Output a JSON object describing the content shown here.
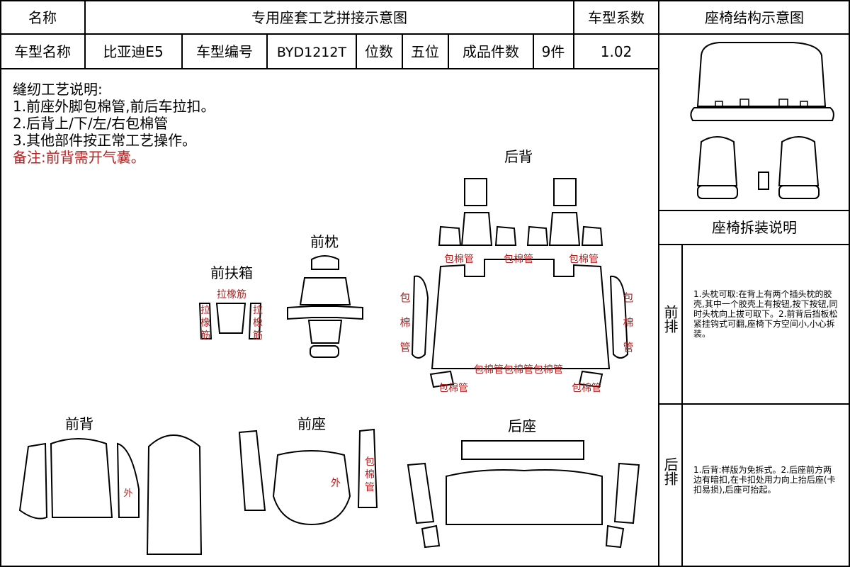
{
  "header": {
    "name_label": "名称",
    "title": "专用座套工艺拼接示意图",
    "coef_label": "车型系数",
    "structure_title": "座椅结构示意图",
    "model_label": "车型名称",
    "model_value": "比亚迪E5",
    "code_label": "车型编号",
    "code_value": "BYD1212T",
    "seats_label": "位数",
    "seats_value": "五位",
    "pieces_label": "成品件数",
    "pieces_value": "9件",
    "coef_value": "1.02"
  },
  "notes": {
    "heading": "缝纫工艺说明:",
    "items": [
      "1.前座外脚包棉管,前后车拉扣。",
      "2.后背上/下/左/右包棉管",
      "3.其他部件按正常工艺操作。"
    ],
    "remark": "备注:前背需开气囊。"
  },
  "sections": {
    "rear_back": "后背",
    "front_headrest": "前枕",
    "front_armrest": "前扶箱",
    "front_back": "前背",
    "front_seat": "前座",
    "rear_seat": "后座"
  },
  "labels": {
    "cotton_pipe": "包棉管",
    "cotton_pipe_triple": "包棉管包棉管包棉管",
    "rubber_band": "拉橡筋",
    "outer": "外",
    "bao": "包",
    "mian": "棉",
    "guan": "管",
    "la": "拉",
    "xiang": "橡",
    "jin": "筋"
  },
  "side": {
    "disassembly_title": "座椅拆装说明",
    "front_row_label": "前排",
    "front_row_text": "1.头枕可取:在背上有两个插头枕的胶壳,其中一个胶壳上有按钮,按下按钮,同时头枕向上拔可取下。2.前背后挡板松紧挂钩式可翻,座椅下方空间小,小心拆装。",
    "rear_row_label": "后排",
    "rear_row_text": "1.后背:样版为免拆式。2.后座前方两边有暗扣,在卡扣处用力向上抬后座(卡扣易损),后座可抬起。"
  },
  "colors": {
    "annotation_red": "#b22222",
    "line": "#000000"
  }
}
